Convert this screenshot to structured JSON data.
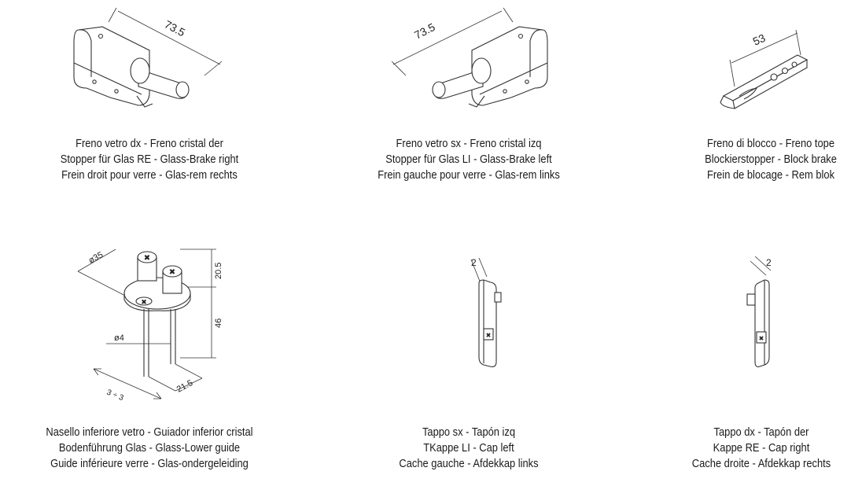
{
  "items": [
    {
      "dimensions": [
        "73.5"
      ],
      "caption": [
        "Freno vetro dx - Freno cristal der",
        "Stopper für Glas RE - Glass-Brake right",
        "Frein droit pour verre - Glas-rem rechts"
      ]
    },
    {
      "dimensions": [
        "73.5"
      ],
      "caption": [
        "Freno vetro sx - Freno cristal izq",
        "Stopper für Glas LI - Glass-Brake left",
        "Frein gauche pour verre - Glas-rem links"
      ]
    },
    {
      "dimensions": [
        "53"
      ],
      "caption": [
        "Freno di blocco - Freno tope",
        "Blockierstopper - Block brake",
        "Frein de blocage - Rem blok"
      ]
    },
    {
      "dimensions": [
        "ø35",
        "20.5",
        "46",
        "ø4",
        "21.5",
        "3 ÷ 3"
      ],
      "caption": [
        "Nasello inferiore vetro - Guiador inferior cristal",
        "Bodenführung Glas - Glass-Lower guide",
        "Guide inférieure verre - Glas-ondergeleiding"
      ]
    },
    {
      "dimensions": [
        "2"
      ],
      "caption": [
        "Tappo sx - Tapón izq",
        "TKappe LI - Cap left",
        "Cache gauche - Afdekkap links"
      ]
    },
    {
      "dimensions": [
        "2"
      ],
      "caption": [
        "Tappo dx - Tapón der",
        "Kappe RE - Cap right",
        "Cache droite - Afdekkap rechts"
      ]
    }
  ]
}
